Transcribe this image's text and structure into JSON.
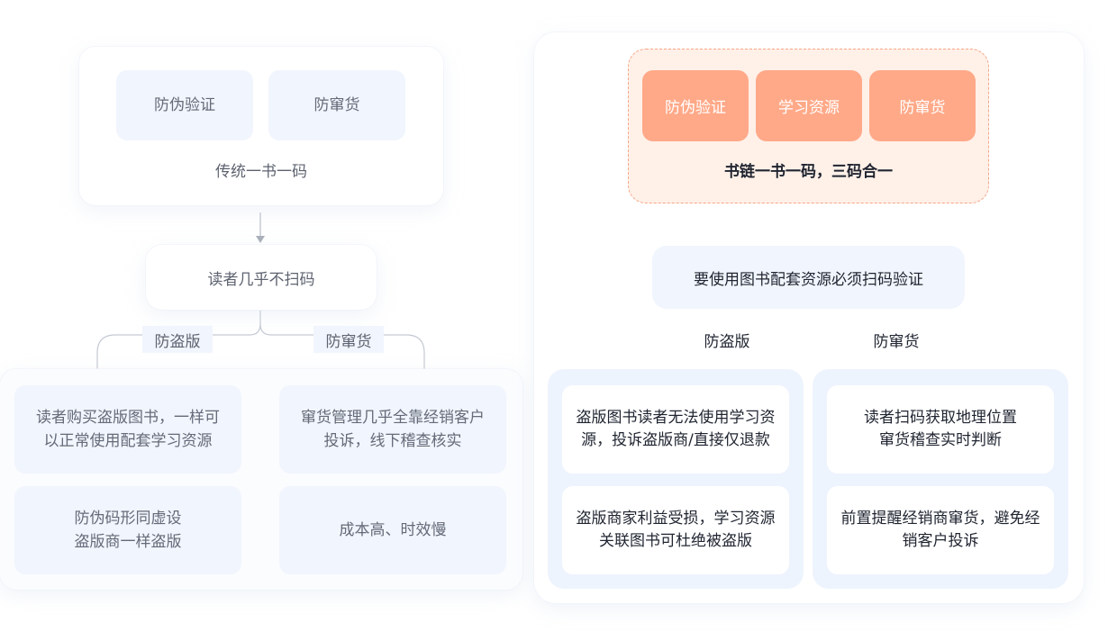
{
  "left": {
    "top_tags": [
      "防伪验证",
      "防窜货"
    ],
    "top_title": "传统一书一码",
    "middle": "读者几乎不扫码",
    "branch_left": "防盗版",
    "branch_right": "防窜货",
    "left_cards": [
      "读者购买盗版图书，一样可以正常使用配套学习资源",
      "防伪码形同虚设\n盗版商一样盗版"
    ],
    "right_cards": [
      "窜货管理几乎全靠经销客户投诉，线下稽查核实",
      "成本高、时效慢"
    ]
  },
  "right": {
    "top_tags": [
      "防伪验证",
      "学习资源",
      "防窜货"
    ],
    "top_title": "书链一书一码，三码合一",
    "middle": "要使用图书配套资源必须扫码验证",
    "branch_left": "防盗版",
    "branch_right": "防窜货",
    "left_cards": [
      "盗版图书读者无法使用学习资源，投诉盗版商/直接仅退款",
      "盗版商家利益受损，学习资源关联图书可杜绝被盗版"
    ],
    "right_cards": [
      "读者扫码获取地理位置\n窜货稽查实时判断",
      "前置提醒经销商窜货，避免经销客户投诉"
    ]
  },
  "colors": {
    "accent": "#ffa988",
    "accent_bg": "#fff0e8",
    "pale_blue": "#f1f5fd"
  }
}
